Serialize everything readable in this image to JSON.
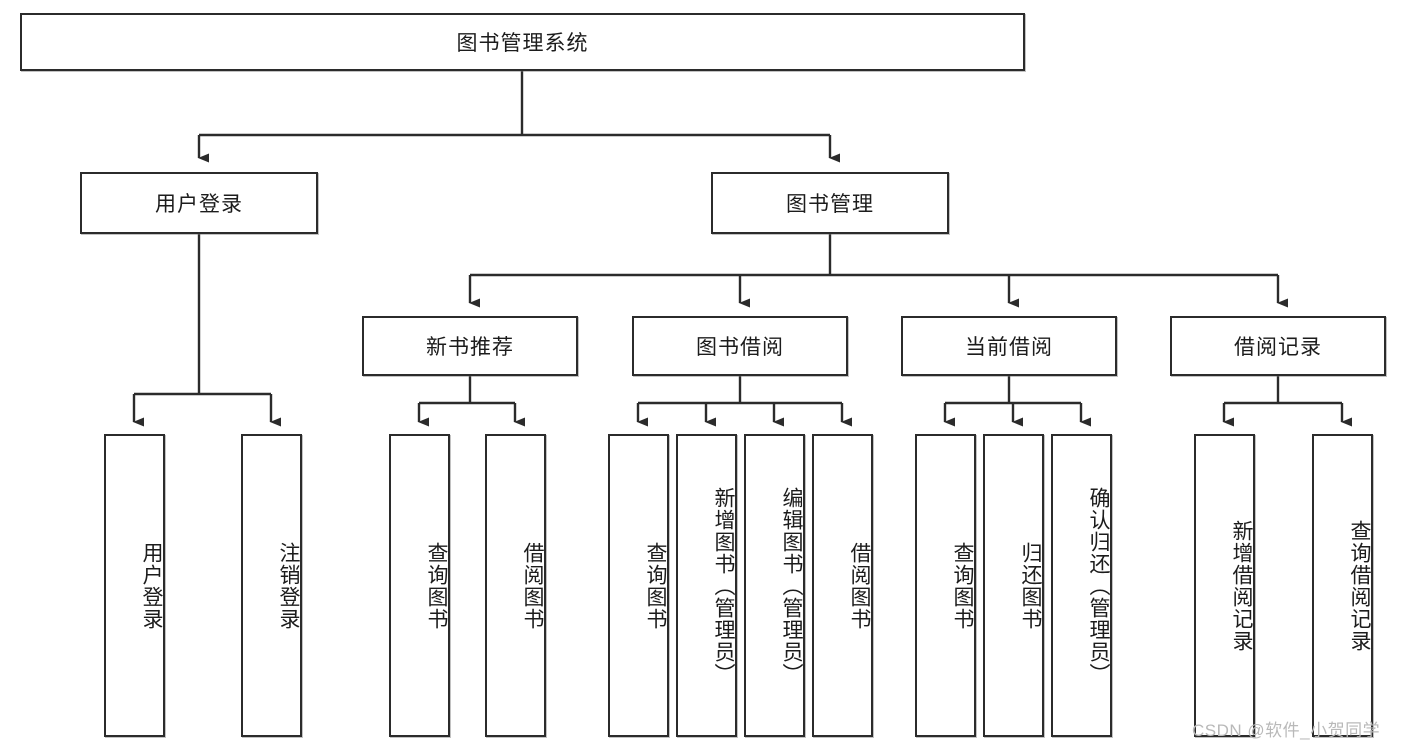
{
  "diagram": {
    "type": "tree",
    "title": "图书管理系统",
    "root": {
      "label": "图书管理系统"
    },
    "level2": [
      {
        "label": "用户登录"
      },
      {
        "label": "图书管理"
      }
    ],
    "level3": [
      {
        "label": "新书推荐"
      },
      {
        "label": "图书借阅"
      },
      {
        "label": "当前借阅"
      },
      {
        "label": "借阅记录"
      }
    ],
    "leaves": [
      {
        "label": "用户登录",
        "parent": "用户登录"
      },
      {
        "label": "注销登录",
        "parent": "用户登录"
      },
      {
        "label": "查询图书",
        "parent": "新书推荐"
      },
      {
        "label": "借阅图书",
        "parent": "新书推荐"
      },
      {
        "label": "查询图书",
        "parent": "图书借阅"
      },
      {
        "label": "新增图书（管理员）",
        "parent": "图书借阅"
      },
      {
        "label": "编辑图书（管理员）",
        "parent": "图书借阅"
      },
      {
        "label": "借阅图书",
        "parent": "图书借阅"
      },
      {
        "label": "查询图书",
        "parent": "当前借阅"
      },
      {
        "label": "归还图书",
        "parent": "当前借阅"
      },
      {
        "label": "确认归还（管理员）",
        "parent": "当前借阅"
      },
      {
        "label": "新增借阅记录",
        "parent": "借阅记录"
      },
      {
        "label": "查询借阅记录",
        "parent": "借阅记录"
      }
    ],
    "watermark": "CSDN @软件_小贺同学",
    "colors": {
      "line": "#2b2b2b",
      "box_fill": "#ffffff",
      "text": "#1c1c1c",
      "watermark": "#b9b9b9"
    }
  }
}
